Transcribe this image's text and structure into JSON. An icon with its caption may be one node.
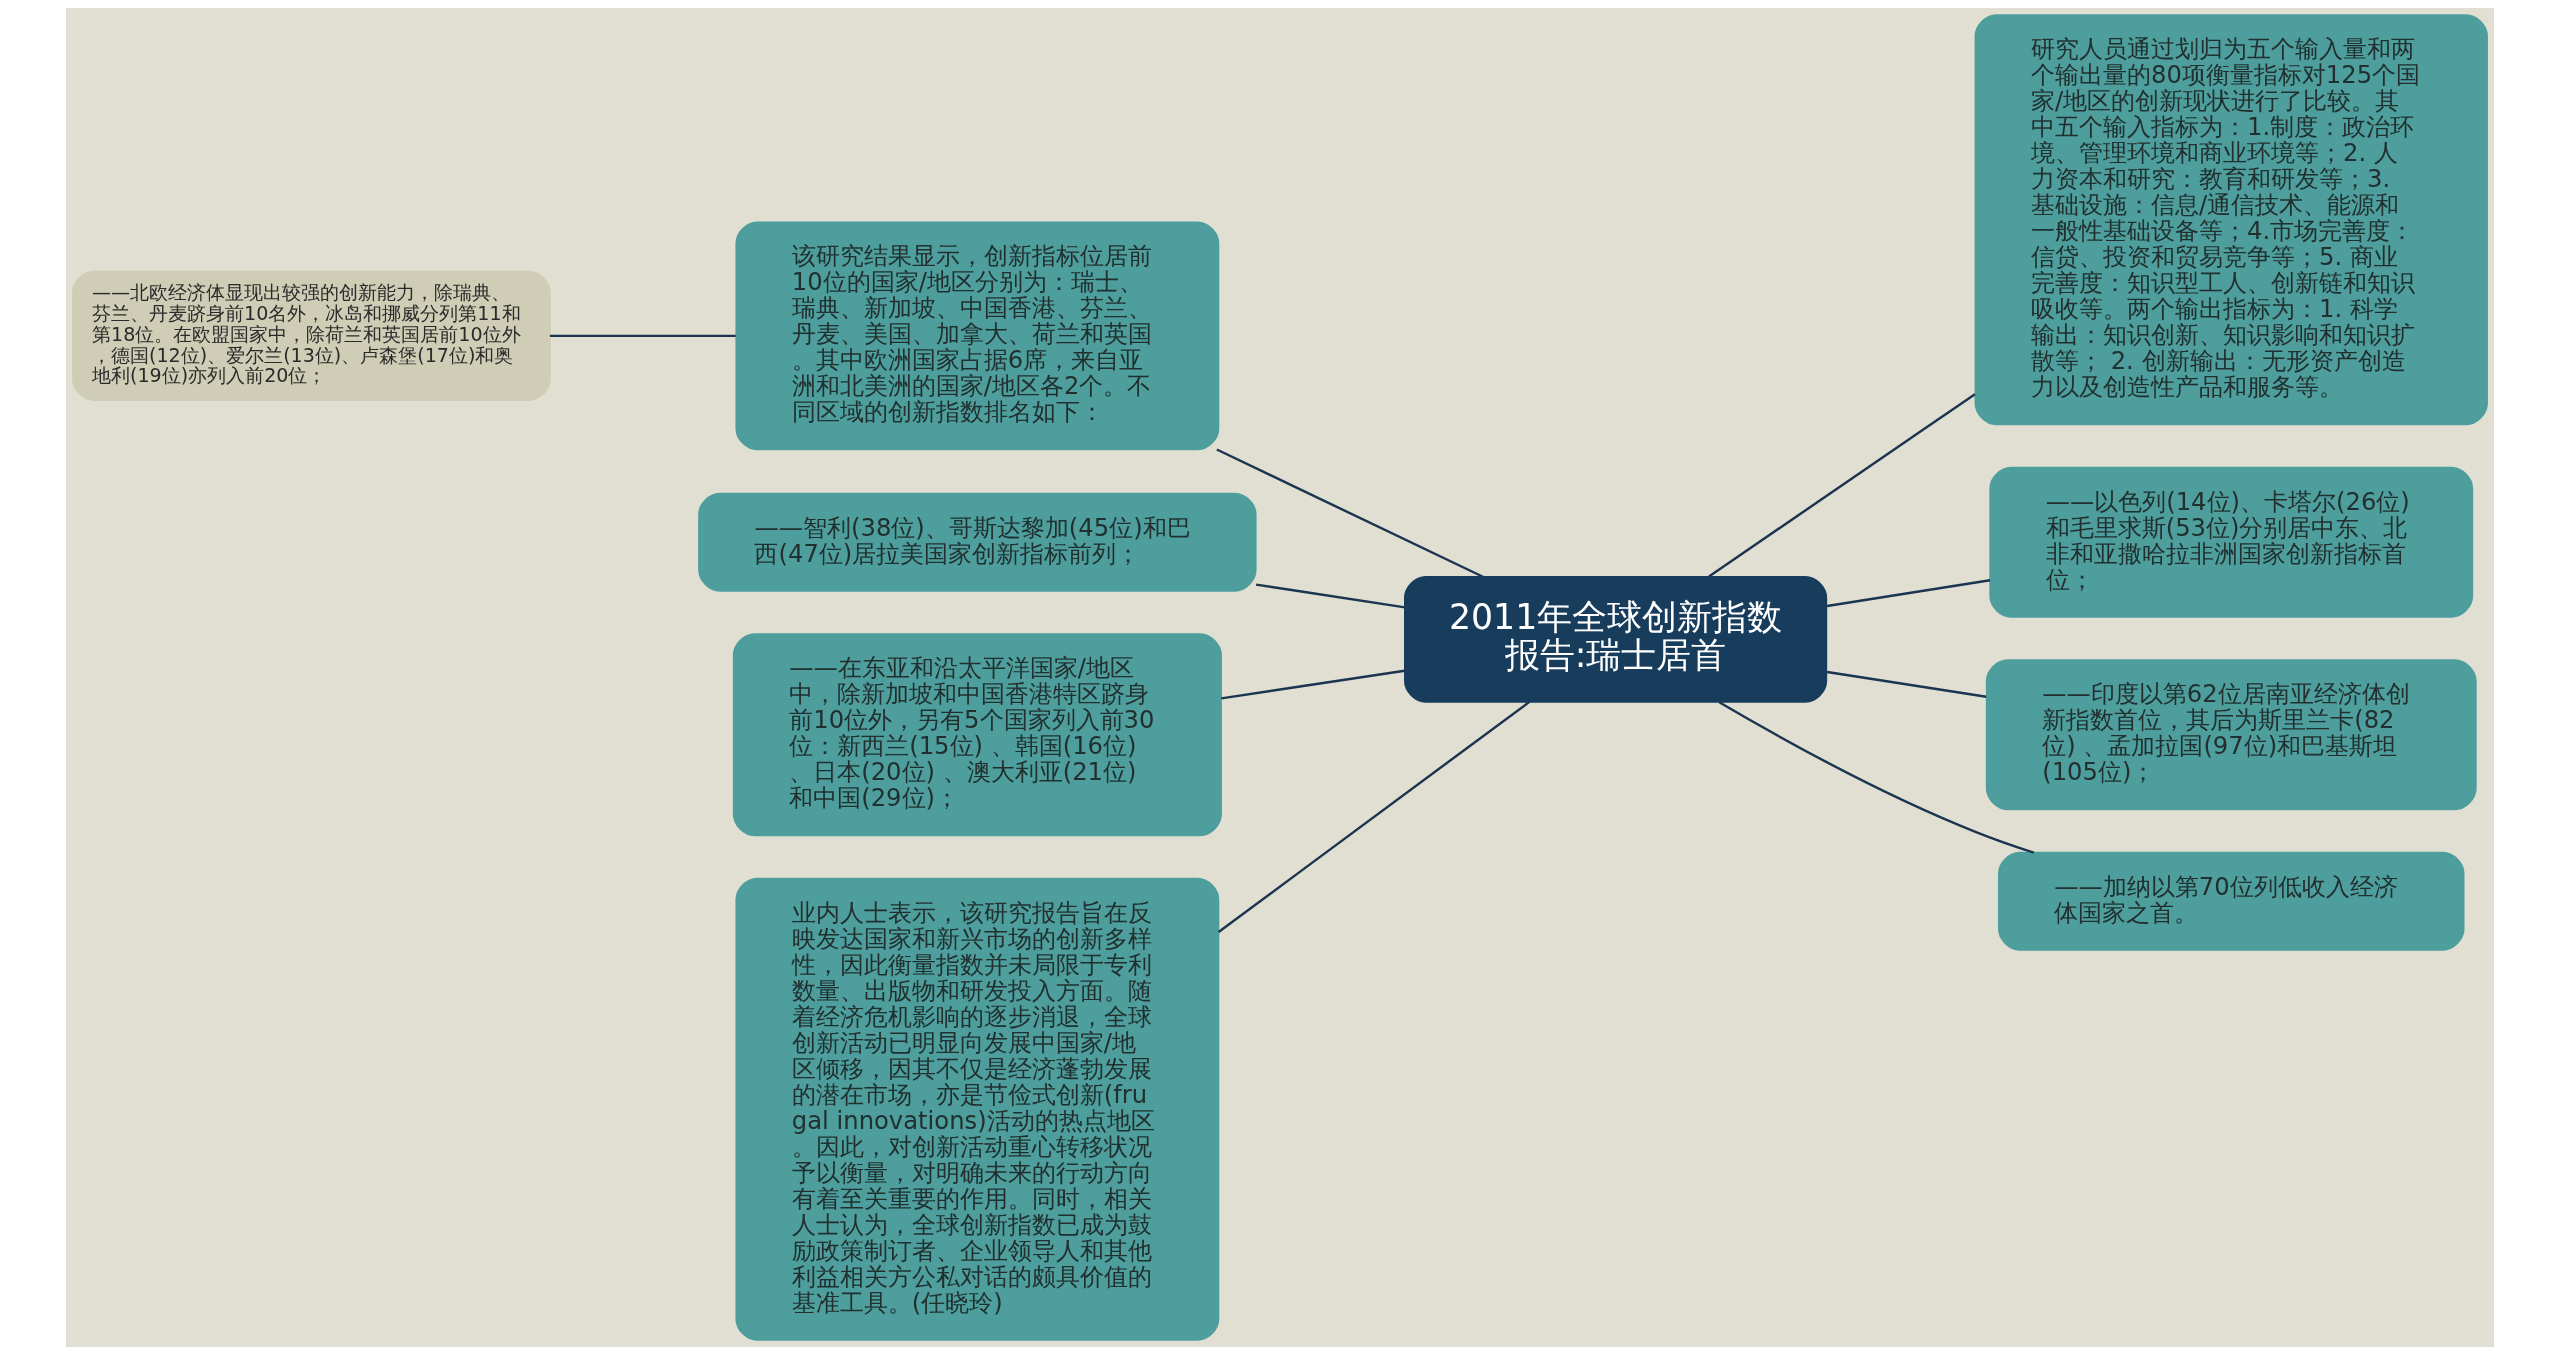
{
  "diagram": {
    "nodes": [
      {
        "text": [
          "2011年全球创新指数报告:瑞士居首"
        ]
      },
      {
        "text": [
          "该研究结果显示，创新指标位居前10位的国家/地区分别为：瑞士、瑞典、新加坡、中国香港、芬兰、丹麦、美国、加拿大、荷兰和英国。其中欧洲国家占据6席，来自亚洲和北美洲的国家/地区各2个。不同区域的创新指数排名如下："
        ]
      },
      {
        "text": [
          "——北欧经济体显现出较强的创新能力，除瑞典、芬兰、丹麦跻身前10名外，冰岛和挪威分列第11和第18位。在欧盟国家中，除荷兰和英国居前10位外，德国(12位)、爱尔兰(13位)、卢森堡(17位)和奥地利(19位)亦列入前20位；"
        ]
      },
      {
        "text": [
          "——智利(38位)、哥斯达黎加(45位)和巴西(47位)居拉美国家创新指标前列；"
        ]
      },
      {
        "text": [
          "——在东亚和沿太平洋国家/地区中，除新加坡和中国香港特区跻身前10位外，另有5个国家列入前30位：新西兰(15位) 、韩国(16位) 、日本(20位) 、澳大利亚(21位)和中国(29位)；"
        ]
      },
      {
        "text": [
          "业内人士表示，该研究报告旨在反映发达国家和新兴市场的创新多样性，因此衡量指数并未局限于专利数量、出版物和研发投入方面。随着经济危机影响的逐步消退，全球创新活动已明显向发展中国家/地区倾移，因其不仅是经济蓬勃发展的潜在市场，亦是节俭式创新(frugal innovations)活动的热点地区。因此，对创新活动重心转移状况予以衡量，对明确未来的行动方向有着至关重要的作用。同时，相关人士认为，全球创新指数已成为鼓励政策制订者、企业领导人和其他利益相关方公私对话的颇具价值的基准工具。(任晓玲)"
        ]
      },
      {
        "text": [
          "研究人员通过划归为五个输入量和两个输出量的80项衡量指标对125个国家/地区的创新现状进行了比较。其中五个输入指标为：1.制度：政治环境、管理环境和商业环境等；2. 人力资本和研究：教育和研发等；3. 基础设施：信息/通信技术、能源和一般性基础设备等；4.市场完善度：信贷、投资和贸易竞争等；5. 商业完善度：知识型工人、创新链和知识吸收等。两个输出指标为：1. 科学输出：知识创新、知识影响和知识扩散等； 2. 创新输出：无形资产创造力以及创造性产品和服务等。"
        ]
      },
      {
        "text": [
          "——以色列(14位)、卡塔尔(26位)和毛里求斯(53位)分别居中东、北非和亚撒哈拉非洲国家创新指标首位；"
        ]
      },
      {
        "text": [
          "——印度以第62位居南亚经济体创新指数首位，其后为斯里兰卡(82位) 、孟加拉国(97位)和巴基斯坦(105位)；"
        ]
      },
      {
        "text": [
          "——加纳以第70位列低收入经济体国家之首。"
        ]
      }
    ],
    "edges": [
      {
        "from": 0,
        "to": 1,
        "arrow": "none"
      },
      {
        "from": 0,
        "to": 3,
        "arrow": "none"
      },
      {
        "from": 0,
        "to": 4,
        "arrow": "none"
      },
      {
        "from": 0,
        "to": 5,
        "arrow": "none"
      },
      {
        "from": 0,
        "to": 6,
        "arrow": "none"
      },
      {
        "from": 0,
        "to": 7,
        "arrow": "none"
      },
      {
        "from": 0,
        "to": 8,
        "arrow": "none"
      },
      {
        "from": 0,
        "to": 9,
        "arrow": "none"
      },
      {
        "from": 1,
        "to": 2,
        "arrow": "none"
      }
    ]
  }
}
